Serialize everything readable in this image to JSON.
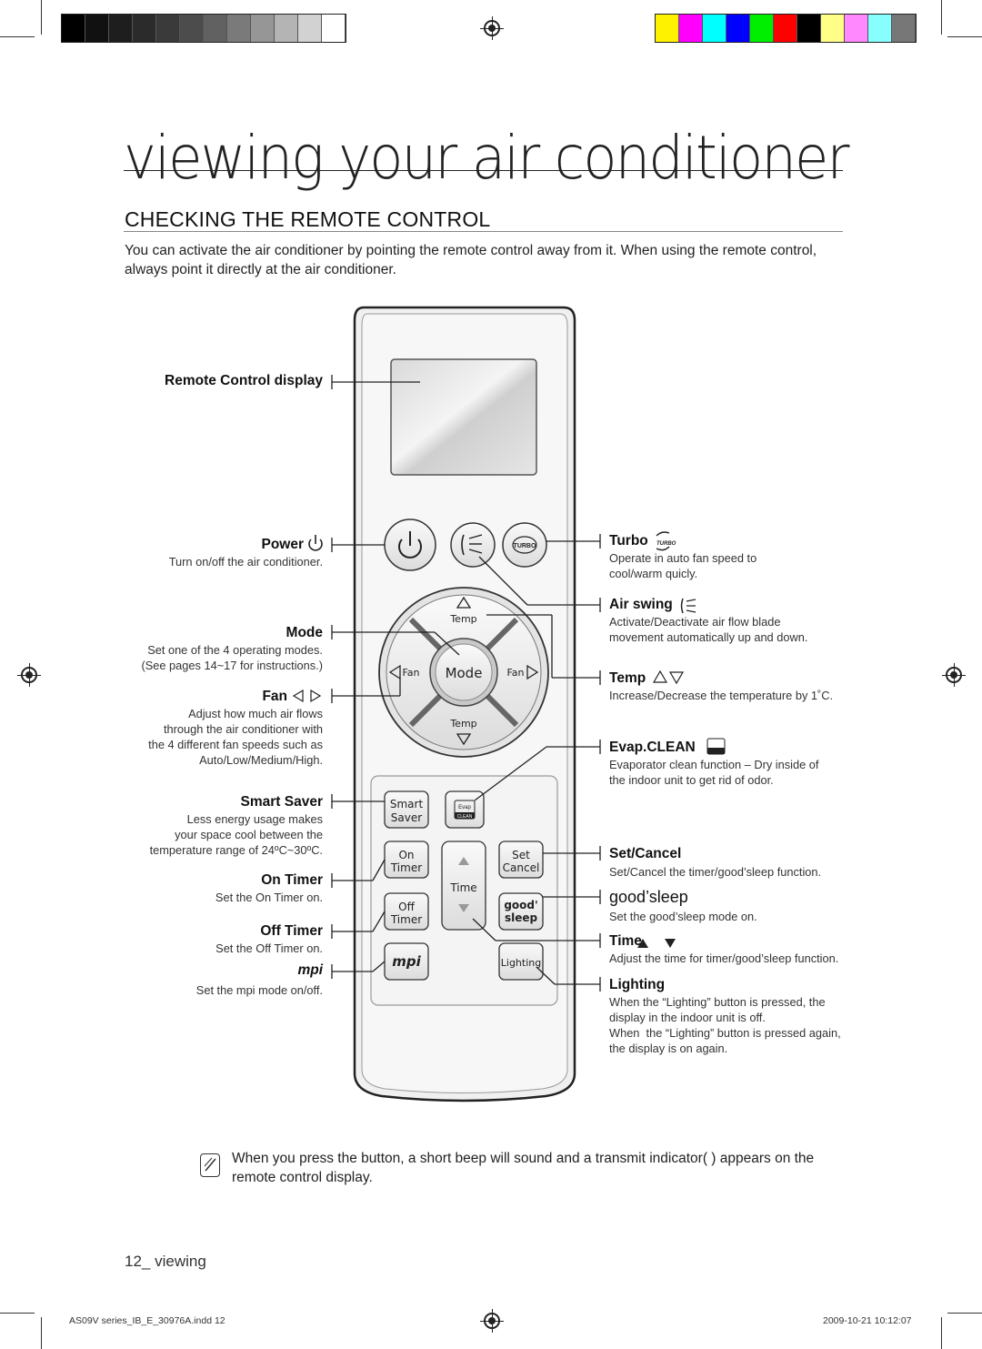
{
  "page": {
    "title": "viewing your air conditioner",
    "section_heading": "CHECKING THE REMOTE CONTROL",
    "intro": "You can activate the air conditioner by pointing the remote control away from it. When using the remote control, always point it directly at the air conditioner."
  },
  "colors": {
    "gray_bar": [
      "#000000",
      "#111111",
      "#1e1e1e",
      "#2b2b2b",
      "#3a3a3a",
      "#4c4c4c",
      "#616161",
      "#7a7a7a",
      "#969696",
      "#b4b4b4",
      "#d2d2d2",
      "#ffffff"
    ],
    "color_bar": [
      "#fff200",
      "#ff00ff",
      "#00ffff",
      "#0000ff",
      "#00ee00",
      "#ff0000",
      "#000000",
      "#ffff88",
      "#ff88ff",
      "#88ffff",
      "#777777"
    ]
  },
  "remote": {
    "temp_label": "Temp",
    "fan_label": "Fan",
    "mode_label": "Mode",
    "turbo_label": "TURBO",
    "evap_label": "Evap",
    "clean_label": "CLEAN",
    "time_label": "Time",
    "smart": "Smart",
    "saver": "Saver",
    "on": "On",
    "off": "Off",
    "timer": "Timer",
    "set": "Set",
    "cancel": "Cancel",
    "good": "good'",
    "sleep": "sleep",
    "mpi": "mpi",
    "lighting": "Lighting"
  },
  "left_labels": [
    {
      "key": "display",
      "title": "Remote Control display",
      "desc": ""
    },
    {
      "key": "power",
      "title": "Power",
      "desc": "Turn on/off the air conditioner."
    },
    {
      "key": "mode",
      "title": "Mode",
      "desc": "Set one of the 4 operating modes.\n(See pages 14~17 for instructions.)"
    },
    {
      "key": "fan",
      "title": "Fan",
      "desc": "Adjust how much air flows\nthrough the air conditioner with\nthe 4 different fan speeds such as\nAuto/Low/Medium/High."
    },
    {
      "key": "smart_saver",
      "title": "Smart Saver",
      "desc": "Less energy usage makes\nyour space cool between the\ntemperature range of 24ºC~30ºC."
    },
    {
      "key": "on_timer",
      "title": "On Timer",
      "desc": "Set the On Timer on."
    },
    {
      "key": "off_timer",
      "title": "Off Timer",
      "desc": "Set the Off Timer on."
    },
    {
      "key": "mpi",
      "title": "mpi",
      "desc": "Set the mpi mode on/off."
    }
  ],
  "right_labels": [
    {
      "key": "turbo",
      "title": "Turbo",
      "desc": "Operate in auto fan speed to\ncool/warm quicly."
    },
    {
      "key": "air_swing",
      "title": "Air swing",
      "desc": "Activate/Deactivate air flow blade\nmovement automatically up and down."
    },
    {
      "key": "temp",
      "title": "Temp",
      "desc": "Increase/Decrease the temperature by 1˚C."
    },
    {
      "key": "evap",
      "title": "Evap.CLEAN",
      "desc": "Evaporator clean function – Dry inside of\nthe indoor unit to get rid of odor."
    },
    {
      "key": "set_cancel",
      "title": "Set/Cancel",
      "desc": "Set/Cancel the timer/good’sleep function."
    },
    {
      "key": "good_sleep",
      "title": "good’sleep",
      "desc": "Set the good’sleep mode on."
    },
    {
      "key": "time",
      "title": "Time",
      "desc": "Adjust the time for timer/good’sleep function."
    },
    {
      "key": "lighting",
      "title": "Lighting",
      "desc": "When the “Lighting” button is pressed, the\ndisplay in the indoor unit is off.\nWhen  the “Lighting” button is pressed again,\nthe display is on again."
    }
  ],
  "note": "When you press the button, a short beep will sound and a transmit indicator(   ) appears on the remote control display.",
  "footer": {
    "page_label": "12_ viewing",
    "file": "AS09V series_IB_E_30976A.indd   12",
    "date": "2009-10-21    10:12:07"
  }
}
